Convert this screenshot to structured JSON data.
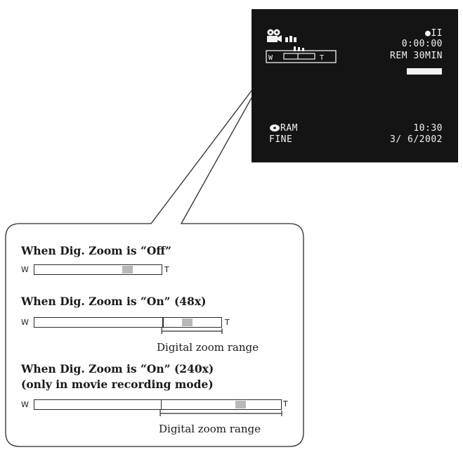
{
  "screen": {
    "rec_status": "●II",
    "timecode": "0:00:00",
    "remaining": "REM 30MIN",
    "zoom_w": "W",
    "zoom_t": "T",
    "media": "RAM",
    "quality": "FINE",
    "time": "10:30",
    "date": "3/ 6/2002"
  },
  "callout": {
    "off": {
      "heading": "When Dig. Zoom is “Off”",
      "w": "W",
      "t": "T",
      "zoom_position": 0.72
    },
    "on48": {
      "heading": "When Dig. Zoom is “On” (48x)",
      "w": "W",
      "t": "T",
      "digital_start": 0.68,
      "zoom_position": 0.81,
      "range_label": "Digital zoom range"
    },
    "on240": {
      "heading1": "When Dig. Zoom is “On” (240x)",
      "heading2": "(only in movie recording mode)",
      "w": "W",
      "t": "T",
      "digital_start": 0.51,
      "zoom_position": 0.83,
      "range_label": "Digital zoom range"
    }
  }
}
